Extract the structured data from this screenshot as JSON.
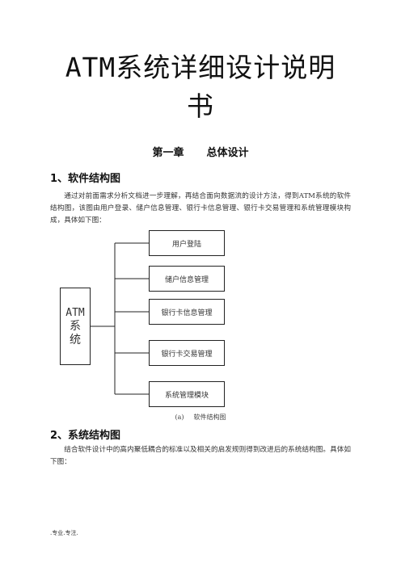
{
  "document": {
    "title_line1": "ATM系统详细设计说明",
    "title_line2": "书",
    "chapter_num": "第一章",
    "chapter_name": "总体设计",
    "section1": {
      "heading": "1、软件结构图",
      "paragraph": "通过对前面需求分析文档进一步理解，再结合面向数据流的设计方法，得到ATM系统的软件结构图，该图由用户登录、储户信息管理、银行卡信息管理、银行卡交易管理和系统管理模块构成，具体如下图："
    },
    "diagram": {
      "root_line1": "ATM",
      "root_line2": "系",
      "root_line3": "统",
      "modules": [
        "用户登陆",
        "储户信息管理",
        "银行卡信息管理",
        "银行卡交易管理",
        "系统管理模块"
      ]
    },
    "caption_label": "(a)",
    "caption_text": "软件结构图",
    "section2": {
      "heading": "2、系统结构图",
      "paragraph": "结合软件设计中的高内聚低耦合的标准以及相关的启发规则得到改进后的系统结构图。具体如下图："
    },
    "footer": ".专业.专注."
  }
}
